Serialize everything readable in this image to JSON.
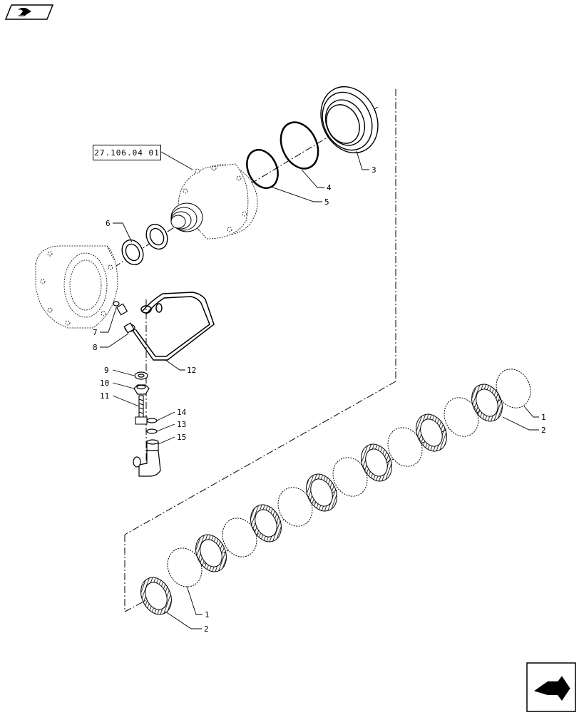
{
  "reference": {
    "label": "27.106.04 01"
  },
  "navigation": {
    "previous_icon": "arrow-back-icon",
    "next_icon": "arrow-forward-icon"
  },
  "callouts": {
    "c1a": "1",
    "c2a": "2",
    "c3": "3",
    "c4": "4",
    "c5": "5",
    "c6": "6",
    "c7": "7",
    "c8": "8",
    "c9": "9",
    "c10": "10",
    "c11": "11",
    "c12": "12",
    "c13": "13",
    "c14": "14",
    "c15": "15",
    "c1b": "1",
    "c2b": "2"
  }
}
